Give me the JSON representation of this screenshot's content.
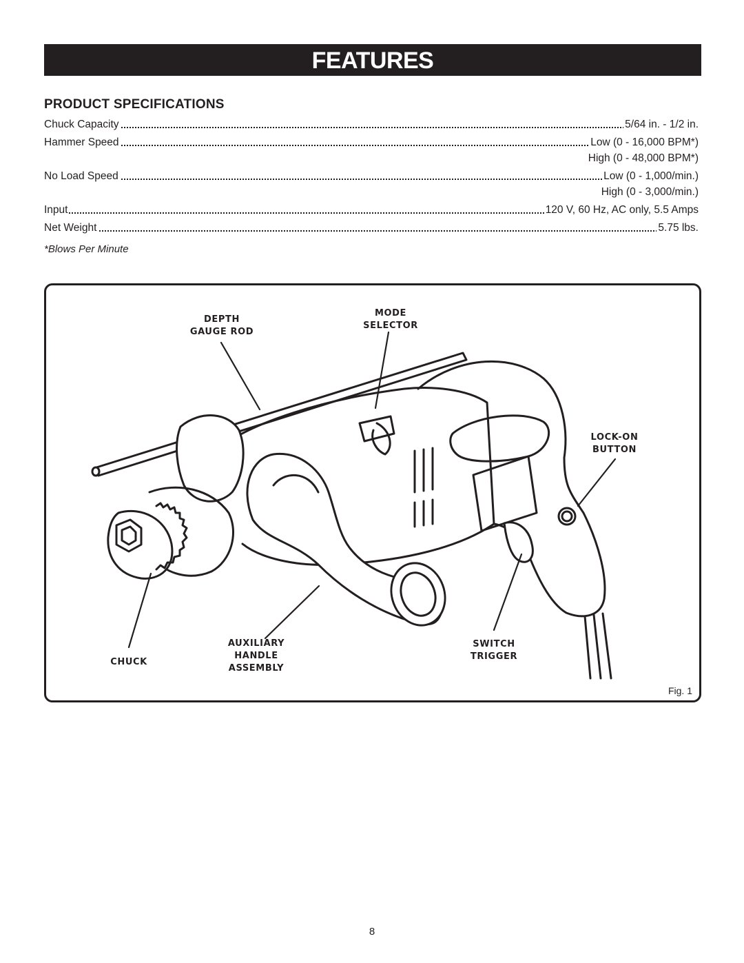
{
  "header": {
    "banner_title": "FEATURES"
  },
  "specifications": {
    "title": "PRODUCT SPECIFICATIONS",
    "rows": [
      {
        "label": "Chuck Capacity",
        "values": [
          "5/64 in. - 1/2 in."
        ]
      },
      {
        "label": "Hammer Speed",
        "values": [
          "Low (0 - 16,000 BPM*)",
          "High (0 - 48,000 BPM*)"
        ]
      },
      {
        "label": "No Load Speed",
        "values": [
          "Low (0 - 1,000/min.)",
          "High (0 - 3,000/min.)"
        ]
      },
      {
        "label": "Input",
        "values": [
          "120 V, 60 Hz, AC only, 5.5 Amps"
        ]
      },
      {
        "label": "Net Weight",
        "values": [
          "5.75 lbs."
        ]
      }
    ],
    "footnote": "*Blows Per Minute"
  },
  "figure": {
    "callouts": {
      "depth_gauge_rod": [
        "DEPTH",
        "GAUGE ROD"
      ],
      "mode_selector": [
        "MODE",
        "SELECTOR"
      ],
      "lock_on_button": [
        "LOCK-ON",
        "BUTTON"
      ],
      "chuck": [
        "CHUCK"
      ],
      "auxiliary_handle_assembly": [
        "AUXILIARY",
        "HANDLE",
        "ASSEMBLY"
      ],
      "switch_trigger": [
        "SWITCH",
        "TRIGGER"
      ]
    },
    "label": "Fig. 1"
  },
  "footer": {
    "page_number": "8"
  }
}
